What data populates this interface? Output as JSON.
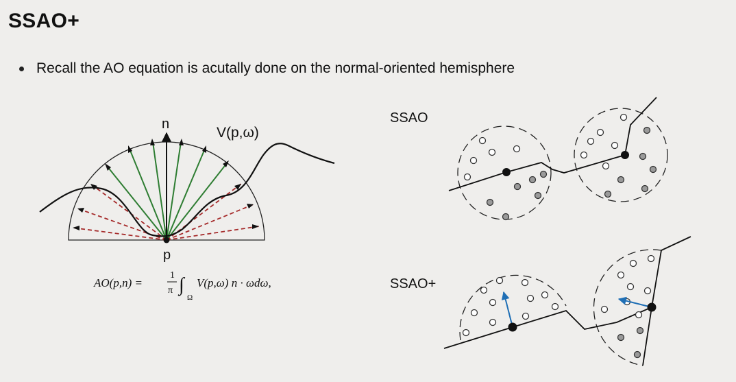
{
  "slide": {
    "title": "SSAO+",
    "bullet": "Recall the AO equation is acutally done on the normal-oriented hemisphere"
  },
  "hemisphere_figure": {
    "normal_label": "n",
    "visibility_label": "V(p,ω)",
    "point_label": "p",
    "colors": {
      "visible_rays": "#2e7d32",
      "occluded_rays": "#a52a2a",
      "outline": "#222222"
    }
  },
  "equation": {
    "lhs": "AO(p,n) =",
    "frac_num": "1",
    "frac_den": "π",
    "integral": "∫",
    "domain": "Ω",
    "integrand": "V(p,ω) n · ωdω,"
  },
  "ssao_panel": {
    "label": "SSAO",
    "colors": {
      "occluded_sample": "#9a9a9a",
      "free_sample": "#ffffff",
      "center_point": "#111111"
    }
  },
  "ssao_plus_panel": {
    "label": "SSAO+",
    "colors": {
      "normal_arrow": "#1f6fb5"
    }
  }
}
